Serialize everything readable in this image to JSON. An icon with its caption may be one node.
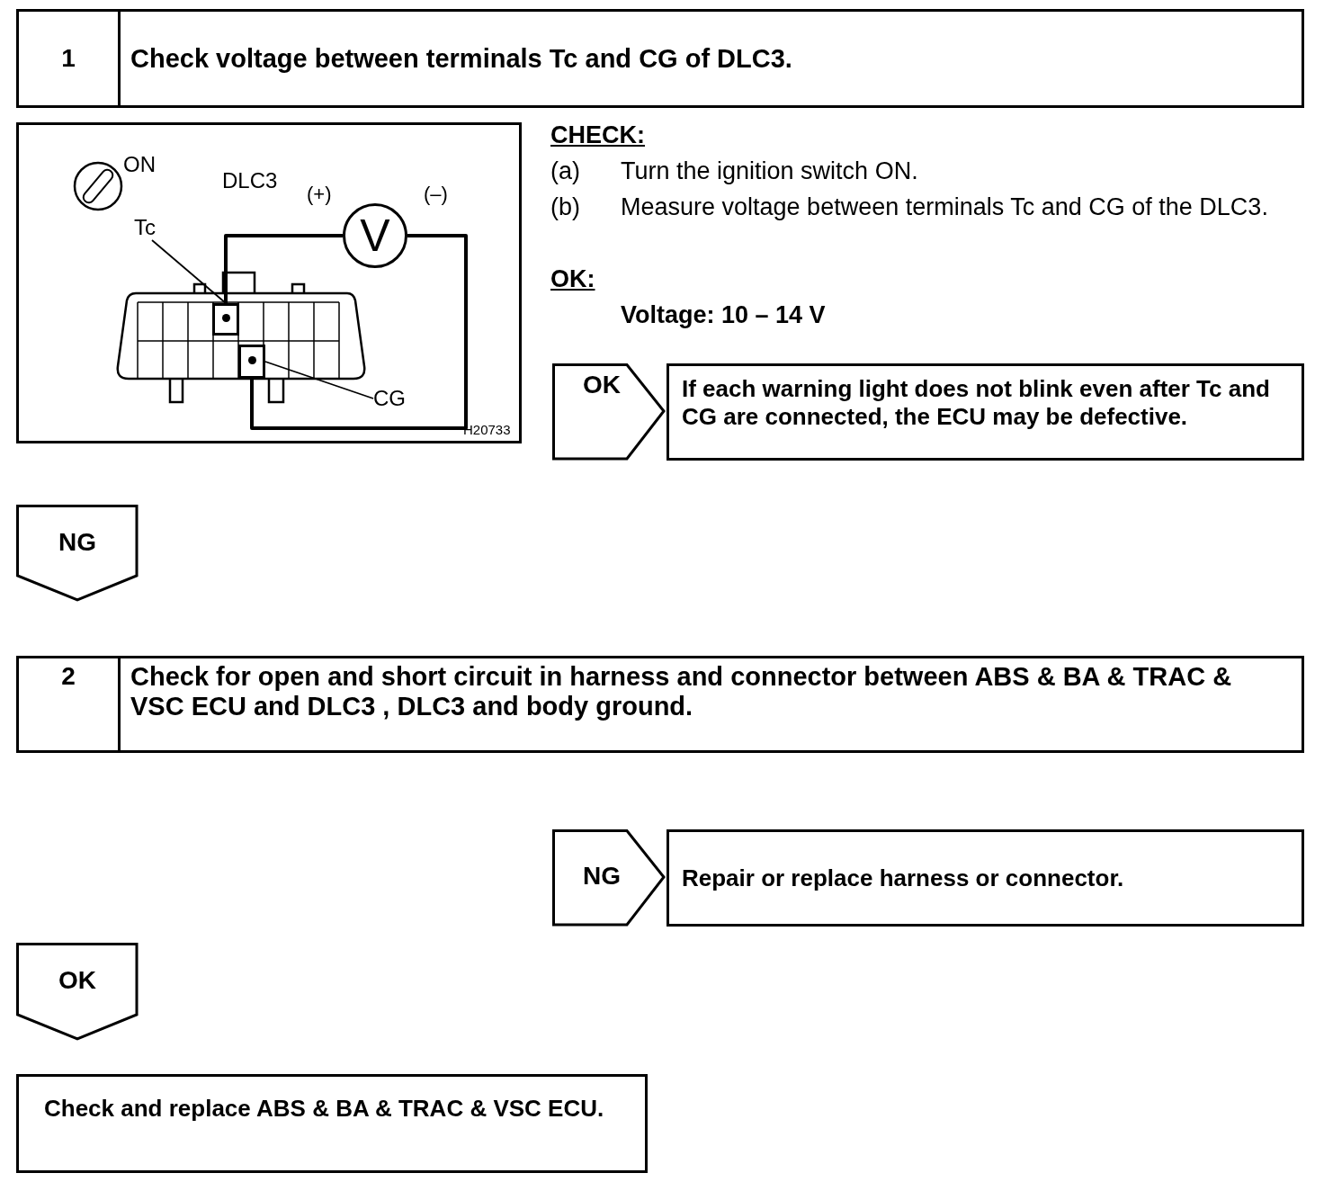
{
  "diagram": {
    "nodes": [
      {
        "text": [
          "1",
          "Check voltage between terminals Tc and CG of DLC3."
        ]
      },
      {
        "text": [],
        "shape": "box"
      },
      {
        "text": [
          "Tc"
        ],
        "in": 1
      },
      {
        "text": [],
        "shape": "box",
        "in": 1
      },
      {
        "text": [
          "V"
        ],
        "in": 1
      },
      {
        "text": [],
        "shape": "box",
        "in": 1
      },
      {
        "text": [
          "CG"
        ],
        "in": 1
      },
      {
        "text": [
          "OK"
        ]
      },
      {
        "text": [
          "If each warning light does not blink even after Tc and CG are connected, the ECU may be defective."
        ]
      },
      {
        "text": [
          "NG"
        ]
      },
      {
        "text": [
          "2",
          "Check for open and short circuit in harness and connector between ABS & BA & TRAC & VSC ECU and DLC3 , DLC3 and body ground."
        ]
      },
      {
        "text": [
          "NG"
        ]
      },
      {
        "text": [
          "Repair or replace harness or connector."
        ]
      },
      {
        "text": [
          "OK"
        ]
      },
      {
        "text": [
          "Check and replace ABS & BA & TRAC & VSC ECU."
        ]
      }
    ],
    "edges": [
      {
        "from": 2,
        "to": 3,
        "arrow": "none"
      },
      {
        "from": 4,
        "to": 3,
        "arrow": "none"
      },
      {
        "from": 4,
        "to": 5,
        "arrow": "none"
      },
      {
        "from": 6,
        "to": 5,
        "arrow": "none"
      }
    ],
    "labels": [
      "ON",
      "DLC3",
      "(+)",
      "(–)",
      "H20733",
      "CHECK:",
      "(a)",
      "Turn the ignition switch ON.",
      "(b)",
      "Measure voltage between terminals Tc and CG of the DLC3.",
      "OK:",
      "Voltage: 10 – 14 V"
    ]
  }
}
